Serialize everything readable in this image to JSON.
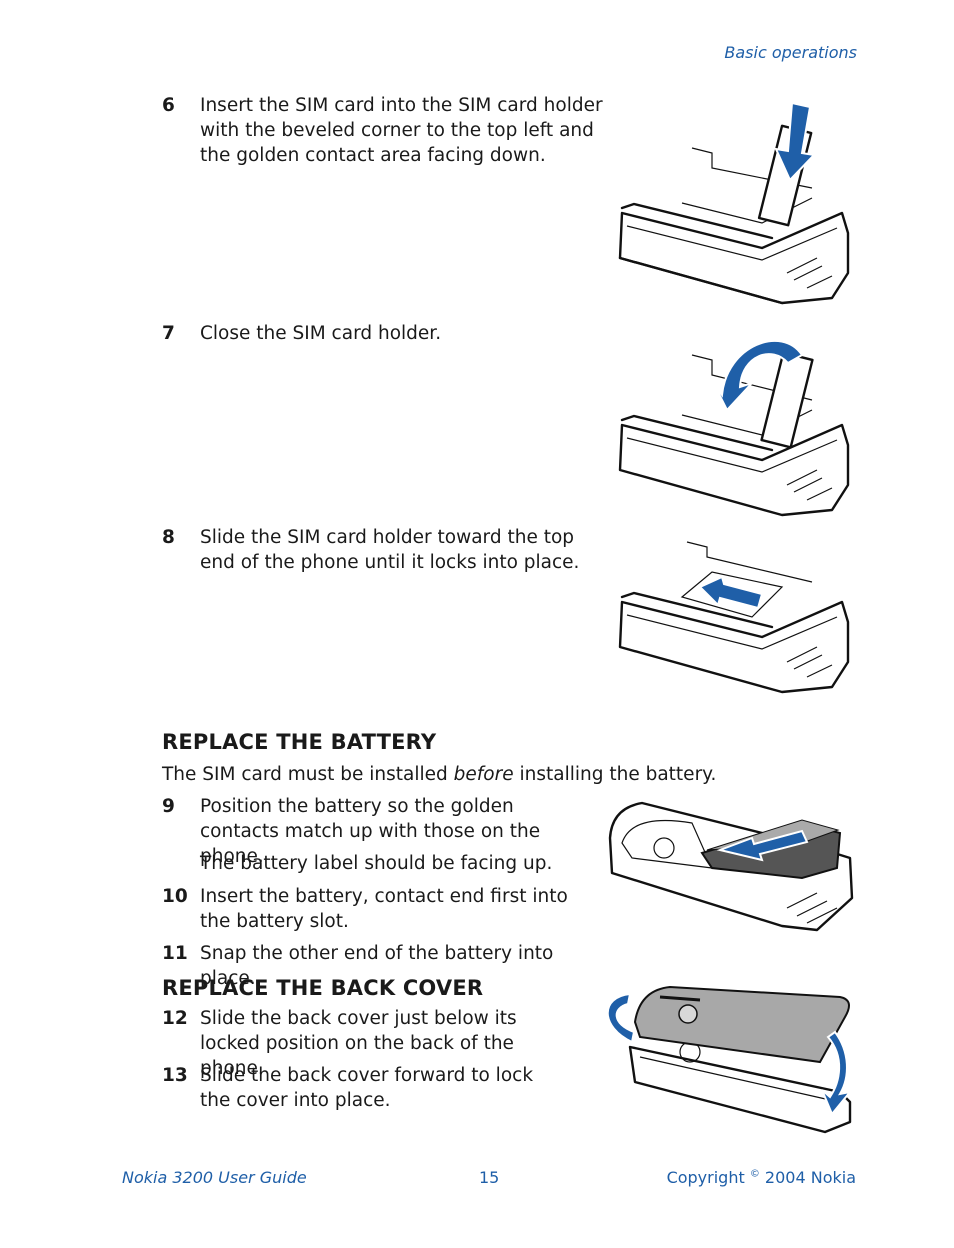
{
  "header": {
    "section": "Basic operations"
  },
  "steps_sim": [
    {
      "num": "6",
      "text": "Insert the SIM card into the SIM card holder with the beveled corner to the top left and the golden contact area facing down."
    },
    {
      "num": "7",
      "text": "Close the SIM card holder."
    },
    {
      "num": "8",
      "text": "Slide the SIM card holder toward the top end of the phone until it locks into place."
    }
  ],
  "battery": {
    "heading": "REPLACE THE BATTERY",
    "intro_before": "The SIM card must be installed ",
    "intro_emph": "before",
    "intro_after": " installing the battery.",
    "steps": [
      {
        "num": "9",
        "text": "Position the battery so the golden contacts match up with those on the phone."
      },
      {
        "num": "",
        "text": "The battery label should be facing up."
      },
      {
        "num": "10",
        "text": "Insert the battery, contact end first into the battery slot."
      },
      {
        "num": "11",
        "text": "Snap the other end of the battery into place."
      }
    ]
  },
  "back_cover": {
    "heading": "REPLACE THE BACK COVER",
    "steps": [
      {
        "num": "12",
        "text": "Slide the back cover just below its locked position on the back of the phone."
      },
      {
        "num": "13",
        "text": "Slide the back cover forward to lock the cover into place."
      }
    ]
  },
  "footer": {
    "guide": "Nokia 3200 User Guide",
    "page": "15",
    "copyright_prefix": "Copyright ",
    "copyright_symbol": "©",
    "copyright_suffix": " 2004 Nokia"
  },
  "colors": {
    "accent": "#1f5fa8",
    "text": "#1a1a1a"
  },
  "figures": [
    "sim-insert-illustration",
    "sim-close-illustration",
    "sim-slide-illustration",
    "battery-insert-illustration",
    "back-cover-illustration"
  ]
}
